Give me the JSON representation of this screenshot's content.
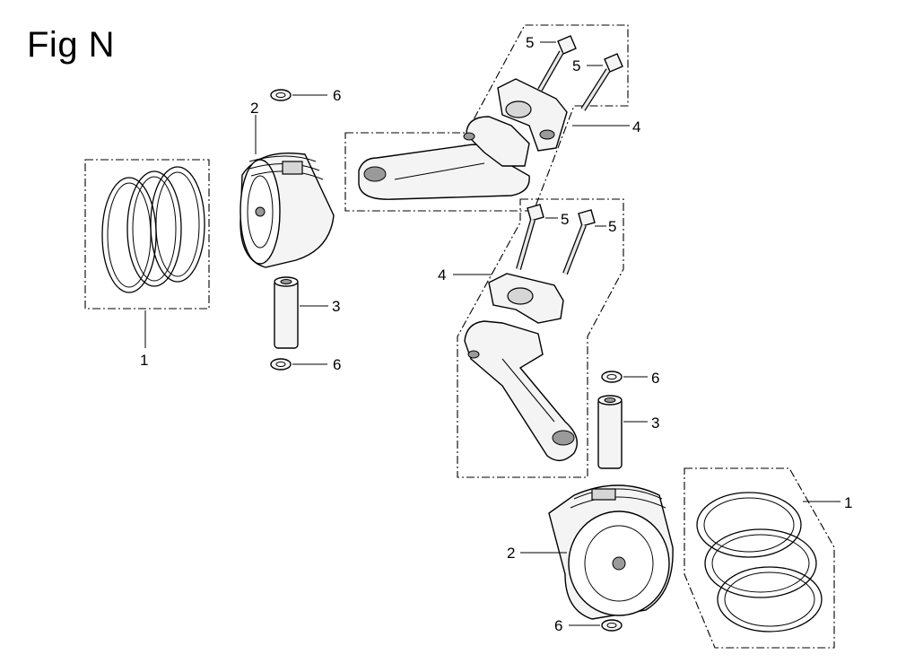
{
  "figure": {
    "title": "Fig N"
  },
  "callouts": {
    "ring_set_left": "1",
    "piston_top": "2",
    "pin_top": "3",
    "clip_upper_a": "6",
    "clip_upper_b": "6",
    "rod_top": "4",
    "bolt_top_a": "5",
    "bolt_top_b": "5",
    "rod_mid": "4",
    "bolt_mid_a": "5",
    "bolt_mid_b": "5",
    "clip_lower_a": "6",
    "pin_lower": "3",
    "piston_lower": "2",
    "clip_lower_b": "6",
    "ring_set_right": "1"
  }
}
